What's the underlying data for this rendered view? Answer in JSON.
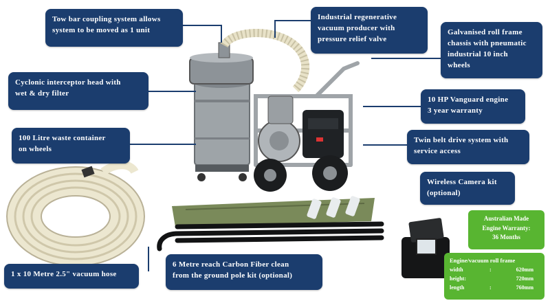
{
  "callouts": {
    "tow_bar": [
      "Tow bar coupling system allows",
      "system to be moved as 1 unit"
    ],
    "vacuum_producer": [
      "Industrial regenerative",
      "vacuum producer with",
      "pressure relief valve"
    ],
    "chassis": [
      "Galvanised roll frame",
      "chassis with pneumatic",
      "industrial 10 inch",
      "wheels"
    ],
    "cyclonic": [
      "Cyclonic interceptor head with",
      "wet & dry filter"
    ],
    "engine": [
      "10 HP Vanguard engine",
      "3 year warranty"
    ],
    "waste_container": [
      "100 Litre waste container",
      "on wheels"
    ],
    "belt_drive": [
      "Twin belt drive system with",
      "service access"
    ],
    "camera": [
      "Wireless Camera kit",
      "(optional)"
    ],
    "hose": [
      "1 x 10 Metre 2.5\" vacuum hose"
    ],
    "pole_kit": [
      "6 Metre reach Carbon Fiber clean",
      "from the ground pole kit (optional)"
    ]
  },
  "warranty": {
    "line1": "Australian Made",
    "line2": "Engine Warranty:",
    "line3": "36 Months"
  },
  "specs": {
    "title": "Engine/vacuum roll frame",
    "rows": [
      {
        "label": "width",
        "sep": ":",
        "value": "620mm"
      },
      {
        "label": "height:",
        "sep": "",
        "value": "720mm"
      },
      {
        "label": "length",
        "sep": ":",
        "value": "760mm"
      }
    ]
  },
  "colors": {
    "callout_bg": "#1b3d6e",
    "badge_green": "#58b531",
    "canister_grey": "#9ea4a8",
    "hose_cream": "#e8e2c8",
    "bag_olive": "#7a8a5a"
  }
}
